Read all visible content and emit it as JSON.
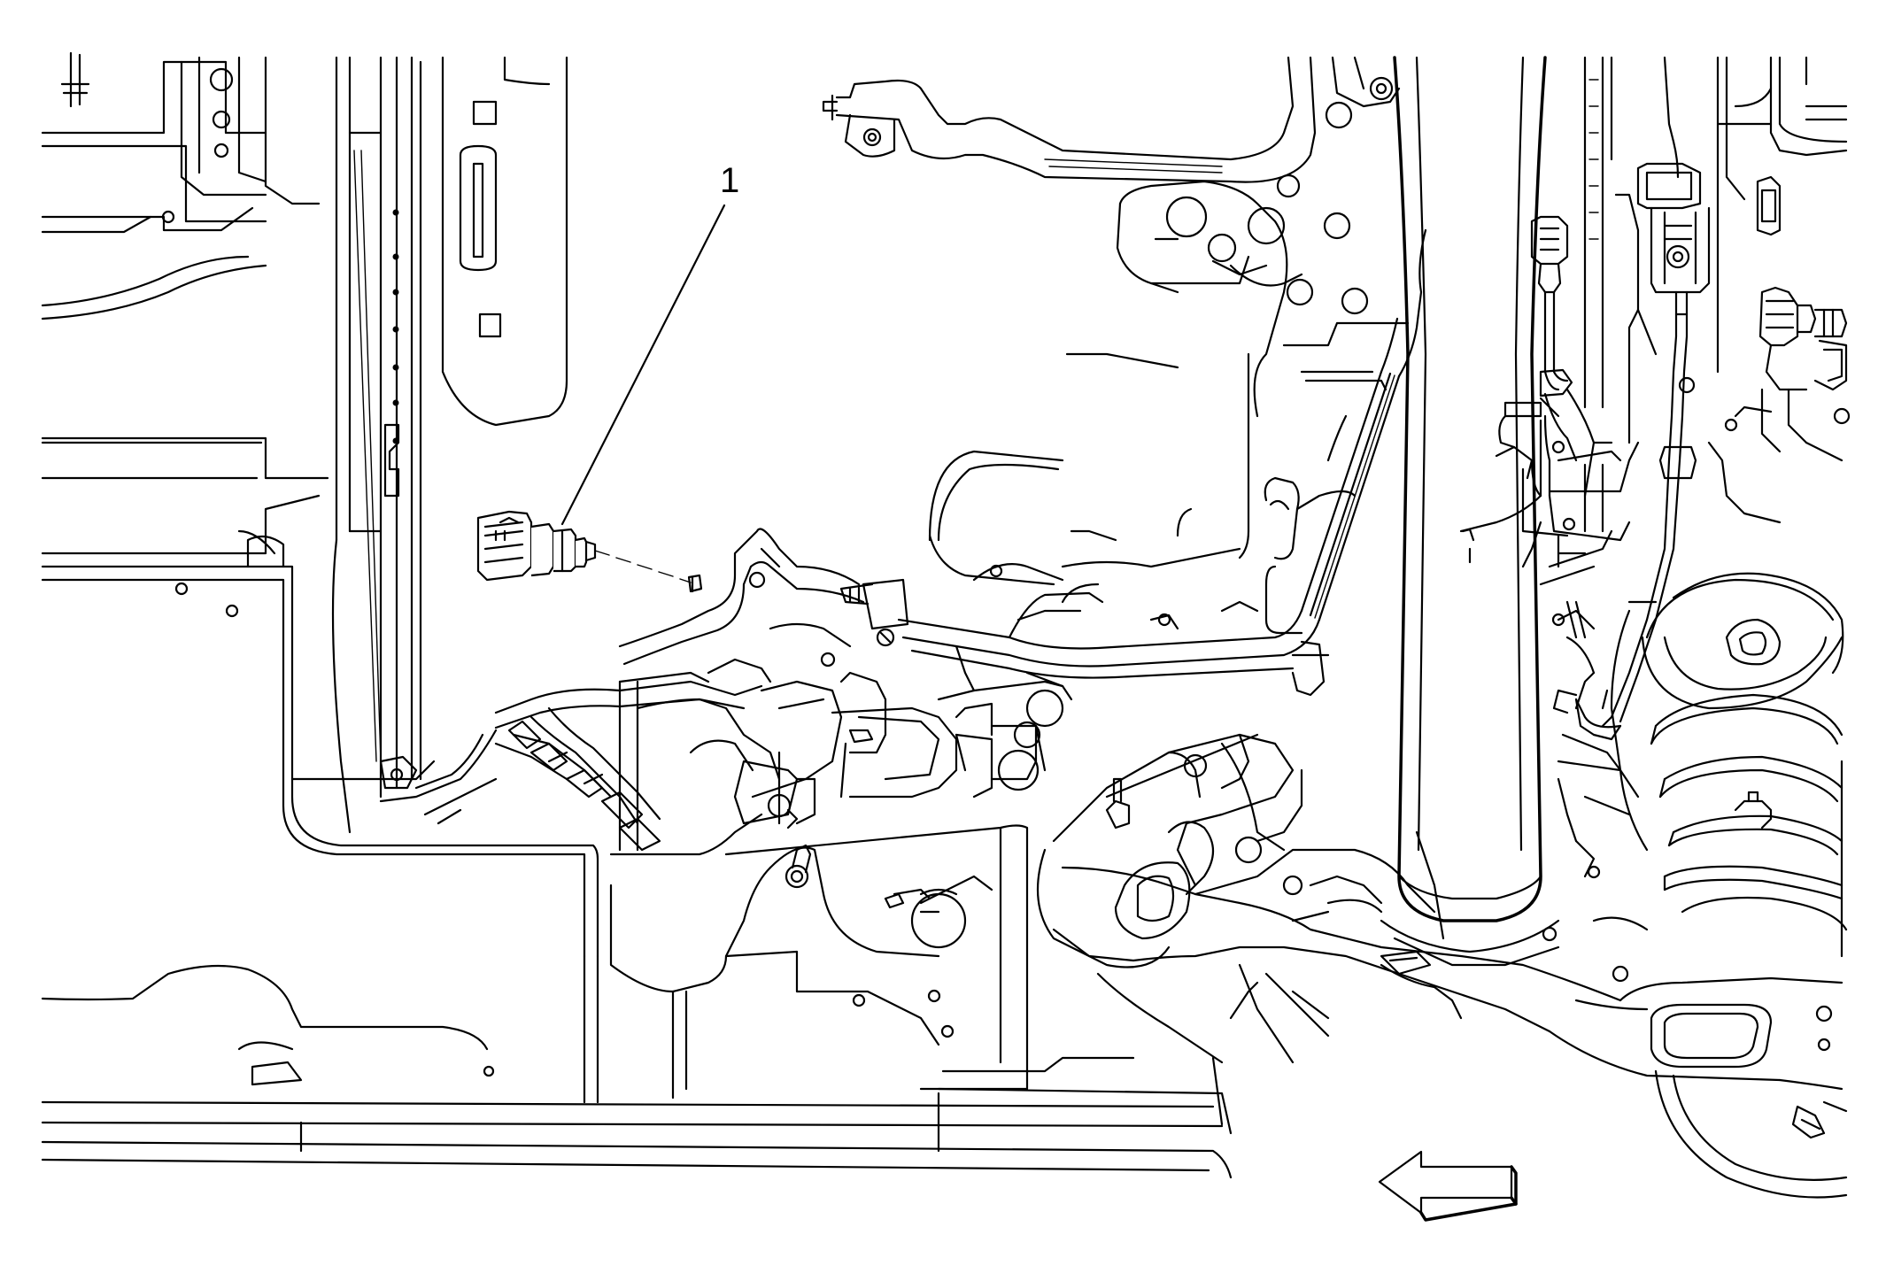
{
  "callouts": [
    {
      "number": "1",
      "target": "sensor"
    }
  ],
  "direction_arrow": {
    "points": "front",
    "icon": "left-arrow-icon"
  },
  "colors": {
    "line": "#000000",
    "background": "#ffffff"
  }
}
